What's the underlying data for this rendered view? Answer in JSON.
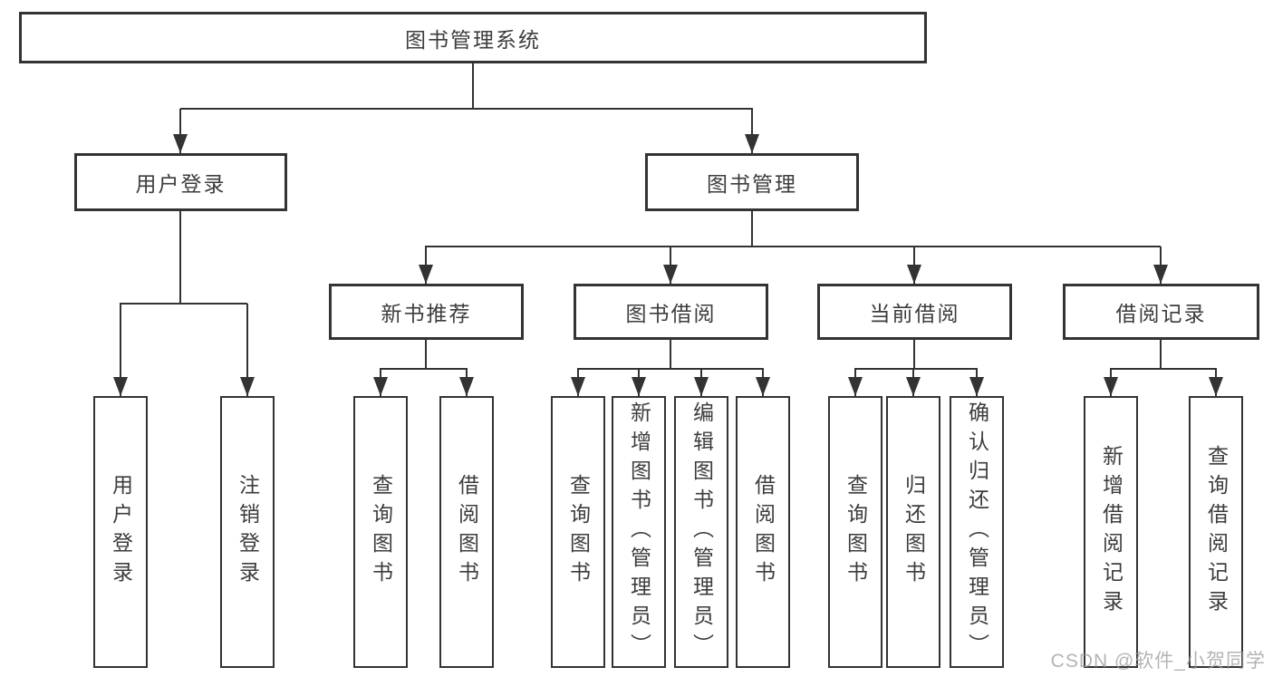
{
  "root": {
    "label": "图书管理系统"
  },
  "level2": {
    "user_login": {
      "label": "用户登录"
    },
    "book_mgmt": {
      "label": "图书管理"
    }
  },
  "level3": {
    "new_book": {
      "label": "新书推荐"
    },
    "book_borrow": {
      "label": "图书借阅"
    },
    "current_borrow": {
      "label": "当前借阅"
    },
    "borrow_records": {
      "label": "借阅记录"
    }
  },
  "leaves": {
    "user_login": {
      "label": "用户登录"
    },
    "logout": {
      "label": "注销登录"
    },
    "newbook_query": {
      "label": "查询图书"
    },
    "newbook_borrow": {
      "label": "借阅图书"
    },
    "borrow_query": {
      "label": "查询图书"
    },
    "borrow_add": {
      "label": "新增图书（管理员）"
    },
    "borrow_edit": {
      "label": "编辑图书（管理员）"
    },
    "borrow_borrow": {
      "label": "借阅图书"
    },
    "current_query": {
      "label": "查询图书"
    },
    "current_return": {
      "label": "归还图书"
    },
    "current_confirm": {
      "label": "确认归还（管理员）"
    },
    "records_add": {
      "label": "新增借阅记录"
    },
    "records_query": {
      "label": "查询借阅记录"
    }
  },
  "watermark": {
    "text": "CSDN @软件_小贺同学"
  },
  "colors": {
    "line": "#333333",
    "text": "#3d3d3d",
    "background": "#ffffff",
    "watermark": "#9b9b9b"
  }
}
